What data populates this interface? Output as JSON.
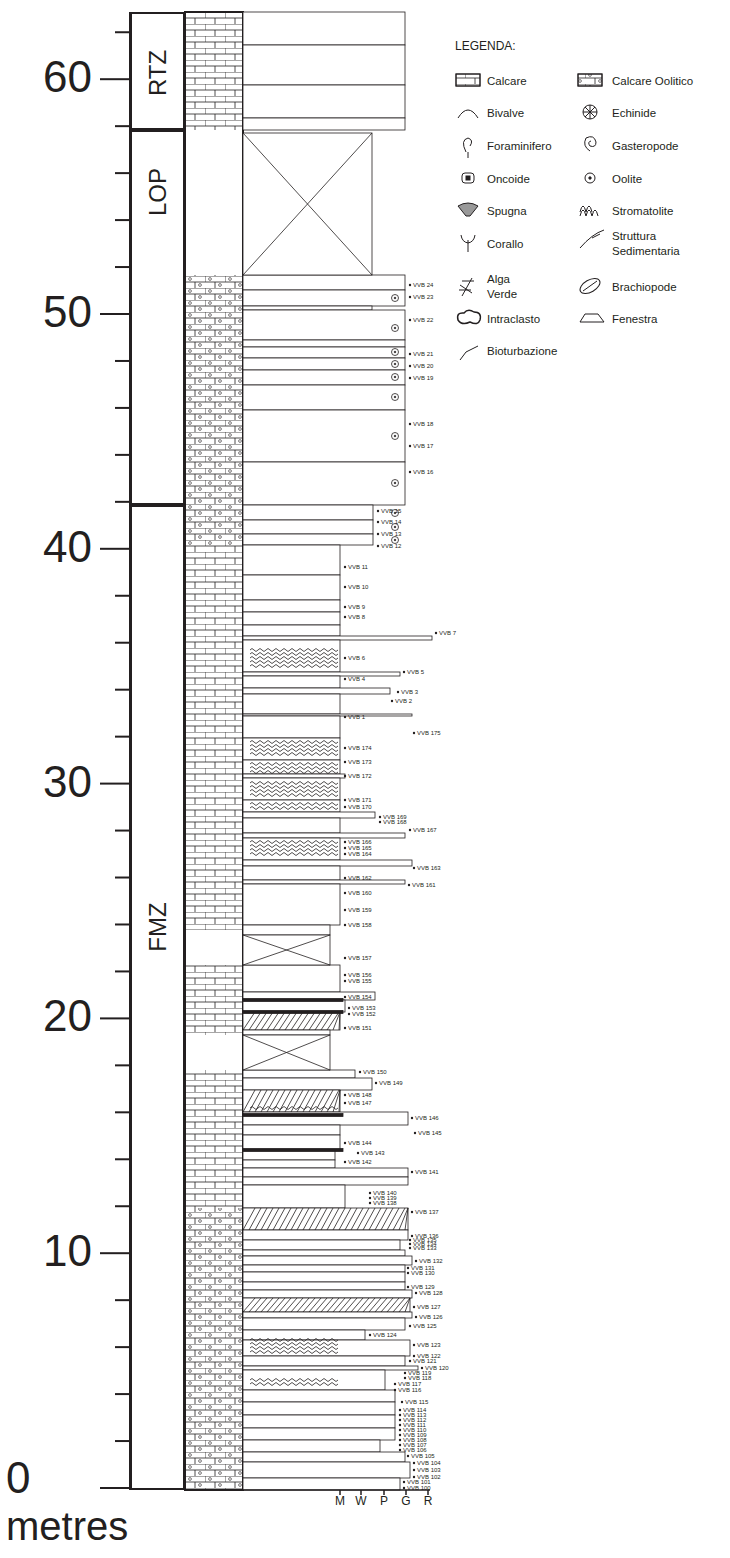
{
  "diagram": {
    "nodes": [
      {
        "text": [
          "RTZ"
        ]
      },
      {
        "text": [
          "LOP"
        ]
      },
      {
        "text": [
          "FMZ"
        ]
      }
    ],
    "labels": [
      "60",
      "50",
      "40",
      "30",
      "20",
      "10",
      "0",
      "metres",
      "LEGENDA:",
      "M",
      "W",
      "P",
      "G",
      "R",
      "VVB 24",
      "VVB 23",
      "VVB 22",
      "VVB 21",
      "VVB 20",
      "VVB 19",
      "VVB 18",
      "VVB 17",
      "VVB 16",
      "VVB 15",
      "VVB 14",
      "VVB 13",
      "VVB 12",
      "VVB 11",
      "VVB 10",
      "VVB 9",
      "VVB 8",
      "VVB 7",
      "VVB 6",
      "VVB 5",
      "VVB 4",
      "VVB 3",
      "VVB 2",
      "VVB 1",
      "VVB 175",
      "VVB 174",
      "VVB 173",
      "VVB 172",
      "VVB 171",
      "VVB 170",
      "VVB 169",
      "VVB 168",
      "VVB 167",
      "VVB 166",
      "VVB 165",
      "VVB 164",
      "VVB 163",
      "VVB 162",
      "VVB 161",
      "VVB 160",
      "VVB 159",
      "VVB 158",
      "VVB 157",
      "VVB 156",
      "VVB 155",
      "VVB 154",
      "VVB 153",
      "VVB 152",
      "VVB 151",
      "VVB 150",
      "VVB 149",
      "VVB 148",
      "VVB 147",
      "VVB 146",
      "VVB 145",
      "VVB 144",
      "VVB 143",
      "VVB 142",
      "VVB 141",
      "VVB 140",
      "VVB 139",
      "VVB 138",
      "VVB 137",
      "VVB 136",
      "VVB 135",
      "VVB 134",
      "VVB 133",
      "VVB 132",
      "VVB 131",
      "VVB 130",
      "VVB 129",
      "VVB 128",
      "VVB 127",
      "VVB 126",
      "VVB 125",
      "VVB 124",
      "VVB 123",
      "VVB 122",
      "VVB 121",
      "VVB 120",
      "VVB 119",
      "VVB 118",
      "VVB 117",
      "VVB 116",
      "VVB 115",
      "VVB 114",
      "VVB 113",
      "VVB 112",
      "VVB 111",
      "VVB 110",
      "VVB 109",
      "VVB 108",
      "VVB 107",
      "VVB 106",
      "VVB 105",
      "VVB 104",
      "VVB 103",
      "VVB 102",
      "VVB 101",
      "VVB 100"
    ],
    "legend": [
      {
        "text": "Calcare"
      },
      {
        "text": "Calcare Oolitico"
      },
      {
        "text": "Bivalve"
      },
      {
        "text": "Echinide"
      },
      {
        "text": "Foraminifero"
      },
      {
        "text": "Gasteropode"
      },
      {
        "text": "Oncoide"
      },
      {
        "text": "Oolite"
      },
      {
        "text": "Spugna"
      },
      {
        "text": "Stromatolite"
      },
      {
        "text": "Corallo"
      },
      {
        "text": "Struttura Sedimentaria"
      },
      {
        "text": "Alga Verde"
      },
      {
        "text": "Brachiopode"
      },
      {
        "text": "Intraclasto"
      },
      {
        "text": "Fenestra"
      },
      {
        "text": "Bioturbazione"
      }
    ]
  }
}
